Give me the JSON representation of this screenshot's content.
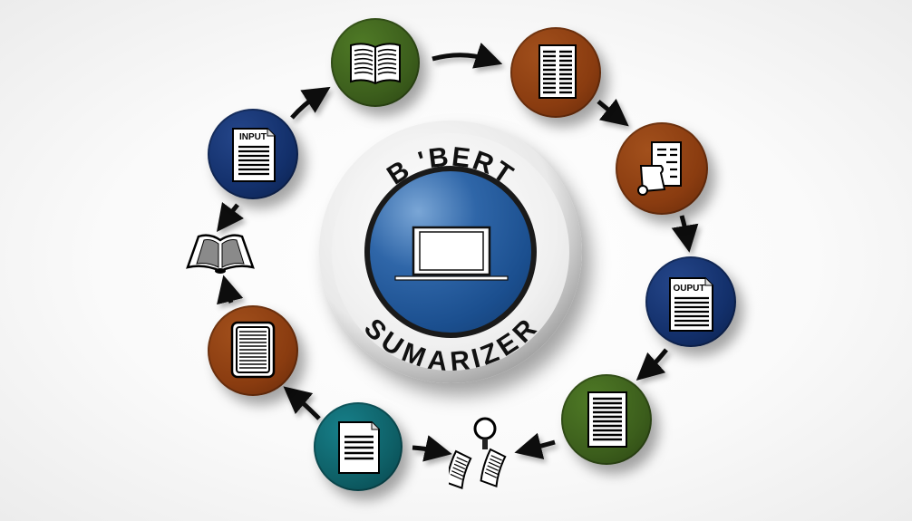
{
  "diagram": {
    "title_top": "B 'BERT",
    "title_bottom": "SUMARIZER",
    "center_icon": "laptop-icon",
    "colors": {
      "green": "#3c5e1c",
      "brown": "#8a3c10",
      "navy": "#13306b",
      "teal": "#0e5f66",
      "center_blue": "#1f5696",
      "arrow": "#0a0a0a",
      "background": "#ffffff"
    },
    "nodes": [
      {
        "id": "input",
        "icon": "input-document-icon",
        "label": "INPUT",
        "color": "navy"
      },
      {
        "id": "read",
        "icon": "open-book-icon",
        "label": "",
        "color": "green"
      },
      {
        "id": "columns",
        "icon": "two-column-document-icon",
        "label": "",
        "color": "brown"
      },
      {
        "id": "merge",
        "icon": "stacked-documents-icon",
        "label": "",
        "color": "brown"
      },
      {
        "id": "output",
        "icon": "output-document-icon",
        "label": "OUPUT",
        "color": "navy"
      },
      {
        "id": "summary",
        "icon": "lined-document-icon",
        "label": "",
        "color": "green"
      },
      {
        "id": "search",
        "icon": "magnifier-papers-icon",
        "label": "",
        "color": "none"
      },
      {
        "id": "page",
        "icon": "page-document-icon",
        "label": "",
        "color": "teal"
      },
      {
        "id": "tablet",
        "icon": "tablet-document-icon",
        "label": "",
        "color": "brown"
      },
      {
        "id": "book",
        "icon": "open-book-outline-icon",
        "label": "",
        "color": "none"
      }
    ],
    "flow": "clockwise: INPUT → book → columns → merge → OUPUT → summary → search → page → tablet → open-book → INPUT"
  }
}
